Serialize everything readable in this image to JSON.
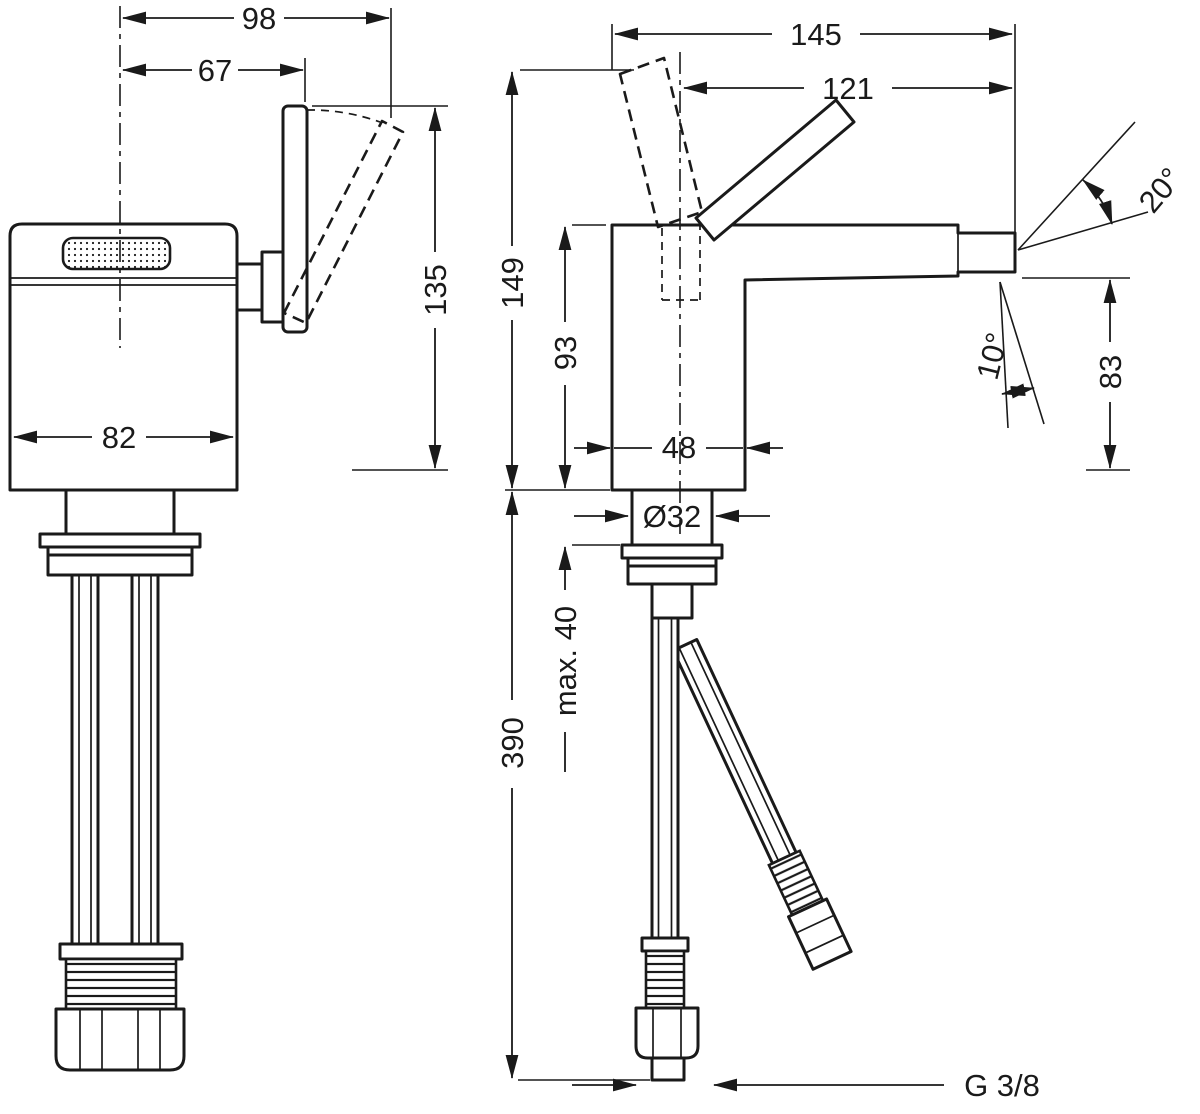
{
  "drawing": {
    "front_view": {
      "dims": {
        "total_width": "98",
        "handle_offset": "67",
        "handle_height": "135",
        "body_width": "82"
      }
    },
    "side_view": {
      "dims": {
        "total_depth": "145",
        "spout_reach": "121",
        "total_height": "149",
        "body_height": "93",
        "body_depth": "48",
        "hole_diameter": "Ø32",
        "max_deck_thickness": "max. 40",
        "hose_length": "390",
        "outlet_height": "83",
        "angle_upper": "20°",
        "angle_lower": "10°",
        "thread": "G 3/8"
      }
    },
    "colors": {
      "line": "#1a1a1a",
      "background": "#ffffff"
    }
  }
}
